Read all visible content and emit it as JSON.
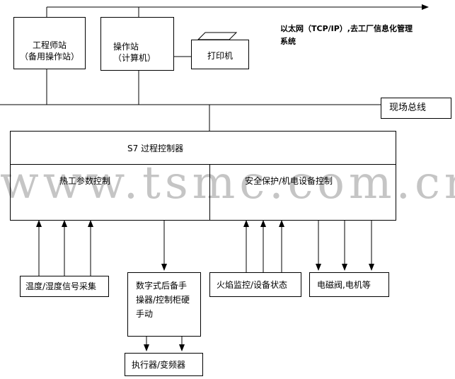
{
  "network_note_line1": "以太网（TCP/IP）,去工厂信息化管理",
  "network_note_line2": "系统",
  "engineer_station_line1": "工程师站",
  "engineer_station_line2": "（备用操作站）",
  "operator_station_line1": "操作站",
  "operator_station_line2": "（计算机）",
  "printer": "打印机",
  "field_bus": "现场总线",
  "controller_title": "S7   过程控制器",
  "thermal_control": "热工参数控制",
  "safety_control": "安全保护/机电设备控制",
  "temp_humidity": "温度/湿度信号采集",
  "backup_manual_line1": "数字式后备手",
  "backup_manual_line2": "操器/控制柜硬",
  "backup_manual_line3": "手动",
  "actuator": "执行器/变频器",
  "flame_monitor": "火焰监控/设备状态",
  "solenoid_motor": "电磁阀,电机等",
  "watermark": "www.tsmc.com.cn",
  "colors": {
    "line": "#000000",
    "watermark": "#969696",
    "background": "#ffffff"
  }
}
